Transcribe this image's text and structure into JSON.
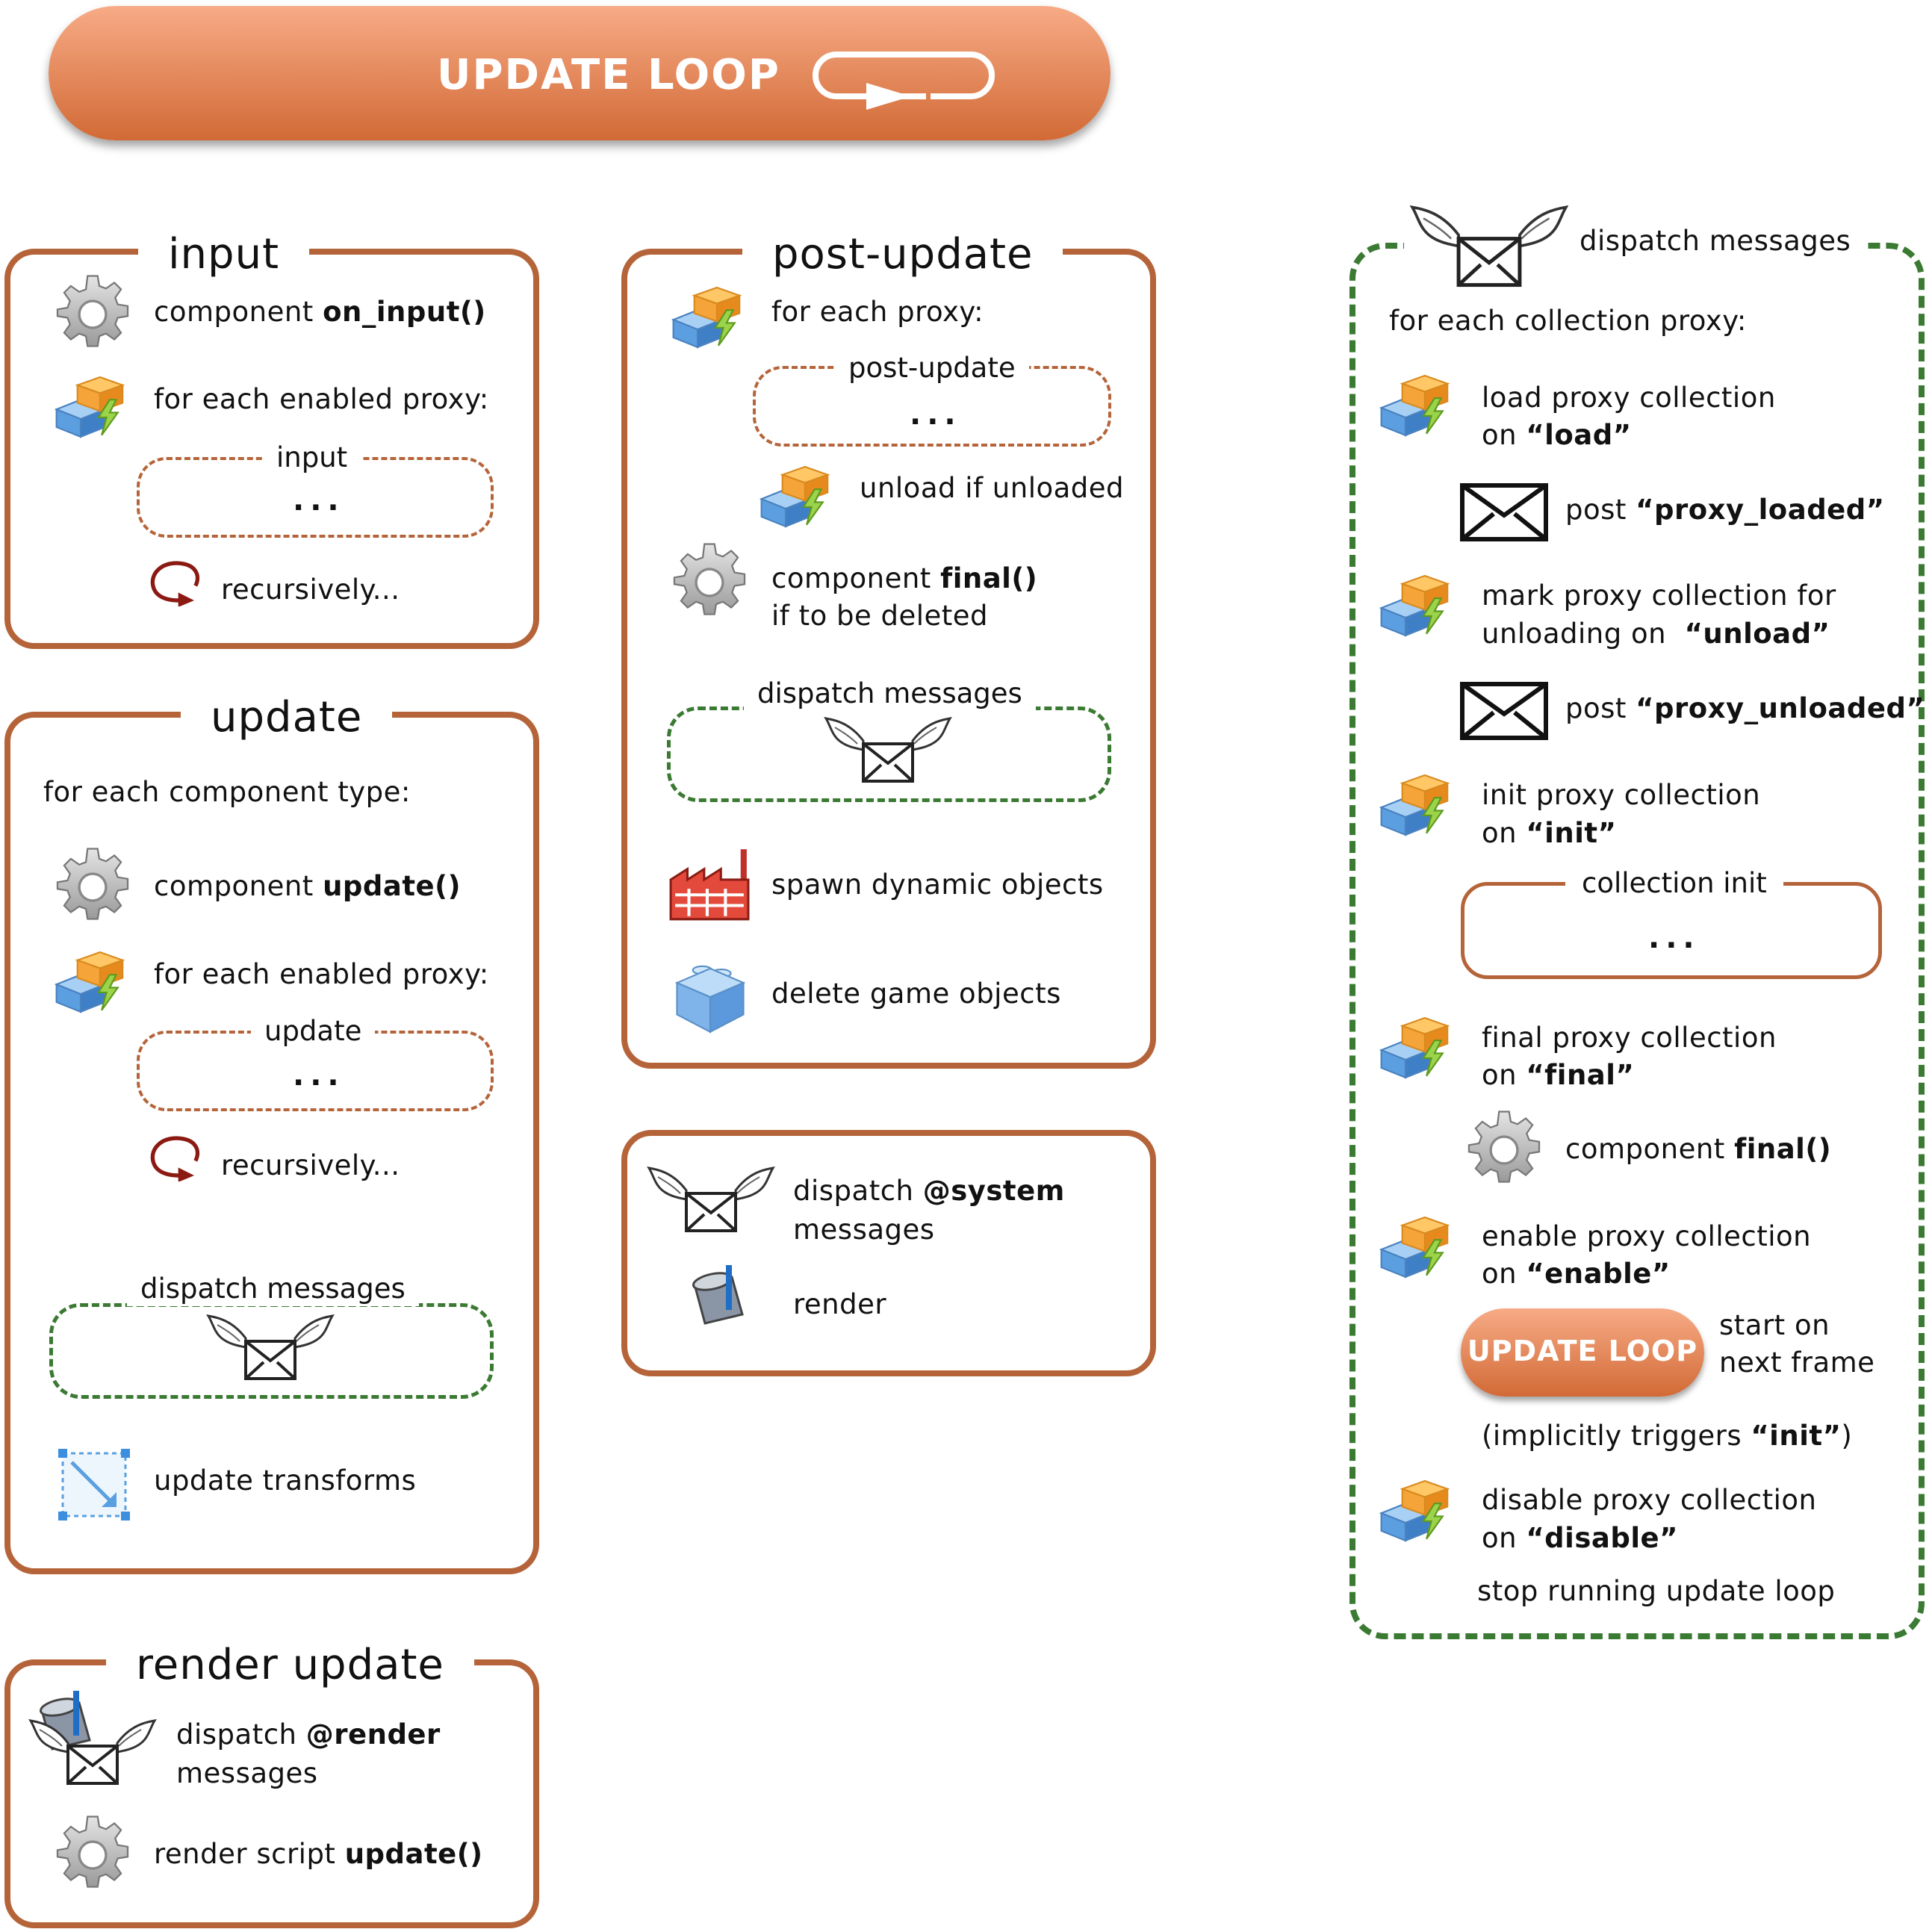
{
  "header": {
    "title": "UPDATE LOOP"
  },
  "input": {
    "title": "input",
    "component": "component ",
    "component_fn": "on_input()",
    "proxy": "for each enabled proxy:",
    "sub": "input",
    "dots": "...",
    "recursive": "recursively..."
  },
  "update": {
    "title": "update",
    "foreach": "for each component type:",
    "component": "component ",
    "component_fn": "update()",
    "proxy": "for each enabled proxy:",
    "sub": "update",
    "dots": "...",
    "recursive": "recursively...",
    "dispatch": "dispatch messages",
    "transforms": "update transforms"
  },
  "render_update": {
    "title": "render update",
    "dispatch": "dispatch ",
    "dispatch_b": "@render",
    "messages": "messages",
    "script": "render script ",
    "script_fn": "update()"
  },
  "post_update": {
    "title": "post-update",
    "proxy": "for each proxy:",
    "sub": "post-update",
    "dots": "...",
    "unload": "unload if unloaded",
    "component": "component ",
    "component_fn": "final()",
    "deleted": "if to be deleted",
    "dispatch": "dispatch messages",
    "spawn": "spawn dynamic objects",
    "delete": "delete game objects"
  },
  "system": {
    "dispatch": "dispatch ",
    "dispatch_b": "@system",
    "messages": "messages",
    "render": "render"
  },
  "dispatch_panel": {
    "title": "dispatch messages",
    "foreach": "for each collection proxy:",
    "load1": "load proxy collection",
    "load2": "on ",
    "load_b": "“load”",
    "post1": "post ",
    "post1_b": "“proxy_loaded”",
    "mark1": "mark proxy collection for",
    "mark2": "unloading on  ",
    "mark_b": "“unload”",
    "post2": "post ",
    "post2_b": "“proxy_unloaded”",
    "init1": "init proxy collection",
    "init2": "on ",
    "init_b": "“init”",
    "collinit": "collection init",
    "dots": "...",
    "final1": "final proxy collection",
    "final2": "on ",
    "final_b": "“final”",
    "component": "component ",
    "component_fn": "final()",
    "enable1": "enable proxy collection",
    "enable2": "on ",
    "enable_b": "“enable”",
    "loop_btn": "UPDATE LOOP",
    "start1": "start on",
    "start2": "next frame",
    "implicit": "(implicitly triggers ",
    "implicit_b": "“init”",
    "implicit_end": ")",
    "disable1": "disable proxy collection",
    "disable2": "on ",
    "disable_b": "“disable”",
    "stop": "stop running update loop"
  },
  "colors": {
    "accent": "#b5643a",
    "green": "#3b7a32",
    "header_top": "#f6a984",
    "header_bottom": "#d36d3a"
  }
}
